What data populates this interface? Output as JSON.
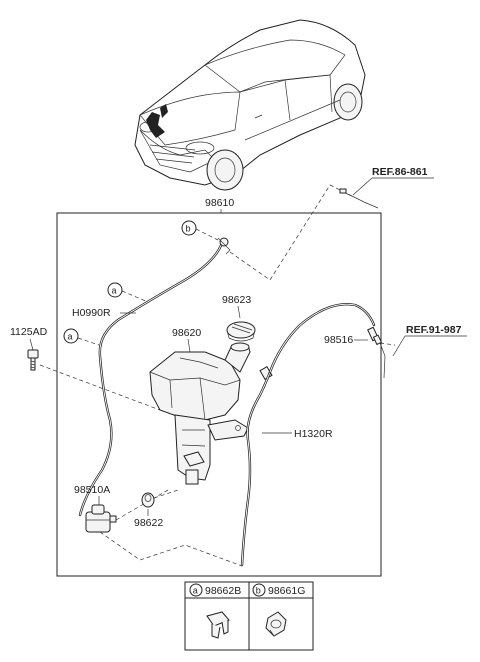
{
  "labels": {
    "main_assembly": "98610",
    "ref_top": "REF.86-861",
    "ref_right": "REF.91-987",
    "cap": "98623",
    "reservoir": "98620",
    "nozzle_hose_right": "98516",
    "hose_right": "H1320R",
    "hose_left": "H0990R",
    "bolt": "1125AD",
    "pump": "98510A",
    "grommet": "98622"
  },
  "callouts": {
    "a": "a",
    "b": "b"
  },
  "legend": {
    "items": [
      {
        "key": "a",
        "part": "98662B"
      },
      {
        "key": "b",
        "part": "98661G"
      }
    ]
  }
}
